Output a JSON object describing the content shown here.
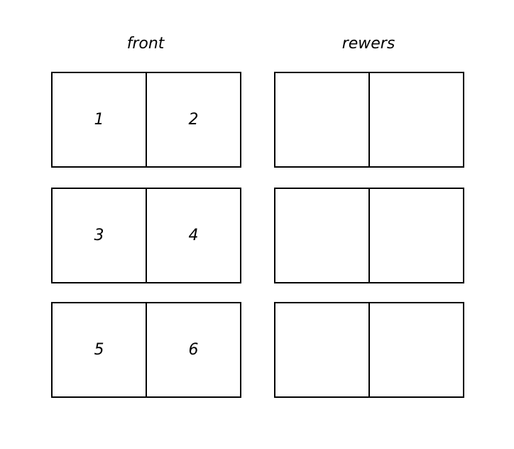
{
  "headings": {
    "front": "front",
    "back": "rewers"
  },
  "front_sheets": [
    {
      "left": "1",
      "right": "2"
    },
    {
      "left": "3",
      "right": "4"
    },
    {
      "left": "5",
      "right": "6"
    }
  ],
  "back_sheets": [
    {
      "left": "",
      "right": ""
    },
    {
      "left": "",
      "right": ""
    },
    {
      "left": "",
      "right": ""
    }
  ],
  "colors": {
    "line": "#000000",
    "background": "#ffffff"
  }
}
